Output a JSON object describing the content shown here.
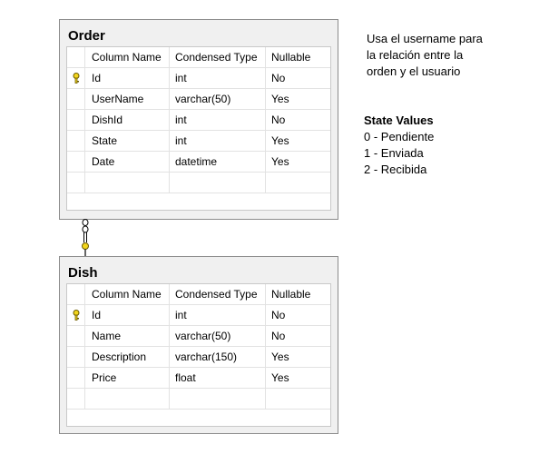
{
  "tables": [
    {
      "name": "Order",
      "headers": [
        "Column Name",
        "Condensed Type",
        "Nullable"
      ],
      "rows": [
        {
          "key": true,
          "name": "Id",
          "type": "int",
          "nullable": "No"
        },
        {
          "key": false,
          "name": "UserName",
          "type": "varchar(50)",
          "nullable": "Yes"
        },
        {
          "key": false,
          "name": "DishId",
          "type": "int",
          "nullable": "No"
        },
        {
          "key": false,
          "name": "State",
          "type": "int",
          "nullable": "Yes"
        },
        {
          "key": false,
          "name": "Date",
          "type": "datetime",
          "nullable": "Yes"
        }
      ]
    },
    {
      "name": "Dish",
      "headers": [
        "Column Name",
        "Condensed Type",
        "Nullable"
      ],
      "rows": [
        {
          "key": true,
          "name": "Id",
          "type": "int",
          "nullable": "No"
        },
        {
          "key": false,
          "name": "Name",
          "type": "varchar(50)",
          "nullable": "No"
        },
        {
          "key": false,
          "name": "Description",
          "type": "varchar(150)",
          "nullable": "Yes"
        },
        {
          "key": false,
          "name": "Price",
          "type": "float",
          "nullable": "Yes"
        }
      ]
    }
  ],
  "note": {
    "lines": [
      "Usa el username para",
      "la relación entre la",
      "orden y el usuario"
    ]
  },
  "state_values": {
    "title": "State Values",
    "items": [
      "0 - Pendiente",
      "1 - Enviada",
      "2 - Recibida"
    ]
  },
  "colors": {
    "key": "#f2d51c",
    "box_border": "#8c8c8c",
    "box_bg": "#f0f0f0"
  }
}
